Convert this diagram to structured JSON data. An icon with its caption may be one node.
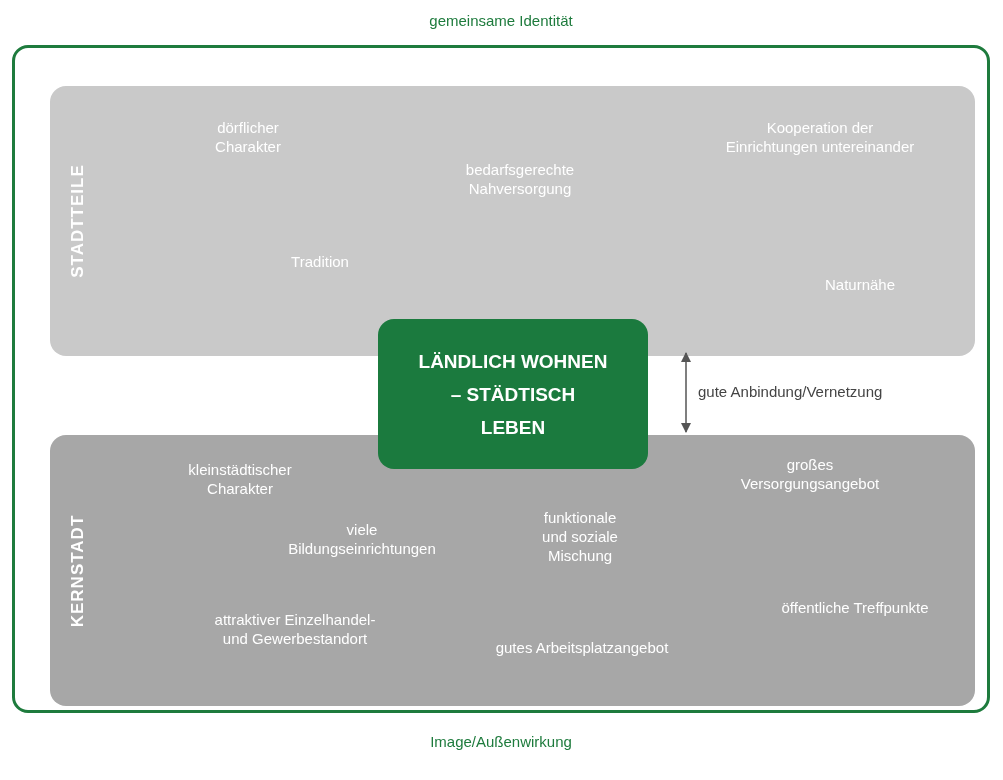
{
  "diagram": {
    "nodes": [
      {
        "text": [
          "gemeinsame Identität",
          "Image/Außenwirkung"
        ]
      },
      {
        "text": [
          "STADTTEILE"
        ],
        "in": 0
      },
      {
        "text": [
          "KERNSTADT"
        ],
        "in": 0
      },
      {
        "text": [
          "LÄNDLICH WOHNEN – STÄDTISCH LEBEN"
        ],
        "in": 0
      }
    ],
    "edges": [
      {
        "from": 1,
        "to": 2,
        "arrow": "both",
        "label": "gute Anbindung/Vernetzung"
      }
    ],
    "labels": [
      "dörflicher Charakter",
      "Kooperation der Einrichtungen untereinander",
      "bedarfsgerechte Nahversorgung",
      "Tradition",
      "Naturnähe",
      "kleinstädtischer Charakter",
      "großes Versorgungsangebot",
      "viele Bildungseinrichtungen",
      "funktionale und soziale Mischung",
      "attraktiver Einzelhandel- und Gewerbestandort",
      "öffentliche Treffpunkte",
      "gutes Arbeitsplatzangebot"
    ]
  }
}
